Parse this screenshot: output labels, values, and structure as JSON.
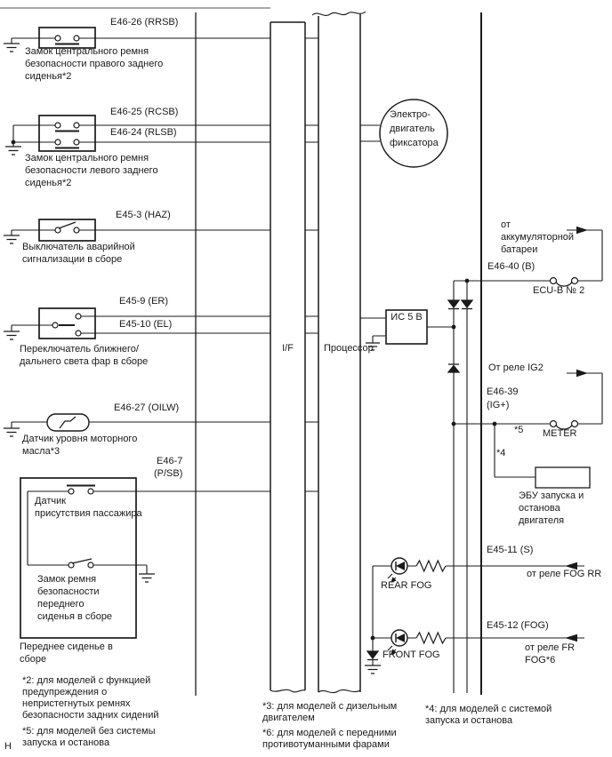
{
  "page": {
    "marker": "Н"
  },
  "ecu": {
    "if_label": "I/F",
    "processor_label": "Процессор",
    "ic5v_label": "ИС 5 В"
  },
  "left_components": {
    "rear_right_buckle": {
      "pin": "E46-26 (RRSB)",
      "name": [
        "Замок центрального ремня",
        "безопасности правого заднего",
        "сиденья*2"
      ]
    },
    "rear_left_buckle": {
      "pin_top": "E46-25 (RCSB)",
      "pin_bottom": "E46-24 (RLSB)",
      "name": [
        "Замок центрального ремня",
        "безопасности левого заднего",
        "сиденья*2"
      ]
    },
    "hazard_switch": {
      "pin": "E45-3 (HAZ)",
      "name": [
        "Выключатель аварийной",
        "сигнализации в сборе"
      ]
    },
    "dimmer_switch": {
      "pin_top": "E45-9 (ER)",
      "pin_bottom": "E45-10 (EL)",
      "name": [
        "Переключатель ближнего/",
        "дальнего света фар в сборе"
      ]
    },
    "oil_level_sensor": {
      "pin": "E46-27 (OILW)",
      "name": [
        "Датчик уровня моторного",
        "масла*3"
      ]
    },
    "front_seat": {
      "pin": [
        "E46-7",
        "(P/SB)"
      ],
      "passenger_sensor": [
        "Датчик",
        "присутствия пассажира"
      ],
      "buckle_switch": [
        "Замок ремня",
        "безопасности",
        "переднего",
        "сиденья в сборе"
      ],
      "seat_label": [
        "Переднее сиденье в",
        "сборе"
      ]
    }
  },
  "right_components": {
    "retractor_motor": [
      "Электро-",
      "двигатель",
      "фиксатора"
    ],
    "battery_feed": {
      "source": [
        "от",
        "аккумуляторной",
        "батареи"
      ],
      "pin": "E46-40 (B)",
      "fuse": "ECU-B № 2"
    },
    "ig_feed": {
      "source": "От реле IG2",
      "pin": [
        "E46-39",
        "(IG+)"
      ],
      "note5": "*5",
      "fuse": "METER",
      "note4": "*4"
    },
    "start_stop_ecu": [
      "ЭБУ запуска и",
      "останова",
      "двигателя"
    ],
    "rear_fog": {
      "pin": "E45-11 (S)",
      "label": "REAR FOG",
      "source": "от реле FOG RR"
    },
    "front_fog": {
      "pin": "E45-12 (FOG)",
      "label": "FRONT FOG",
      "source": [
        "от реле FR",
        "FOG*6"
      ]
    }
  },
  "footnotes": {
    "f2": [
      "*2: для моделей с функцией",
      "предупреждения о",
      "непристегнутых ремнях",
      "безопасности задних сидений"
    ],
    "f5": [
      "*5: для моделей без системы",
      "запуска и останова"
    ],
    "f3": [
      "*3: для моделей с дизельным",
      "двигателем"
    ],
    "f6": [
      "*6: для моделей с передними",
      "противотуманными фарами"
    ],
    "f4": [
      "*4: для моделей с системой",
      "запуска и останова"
    ]
  }
}
